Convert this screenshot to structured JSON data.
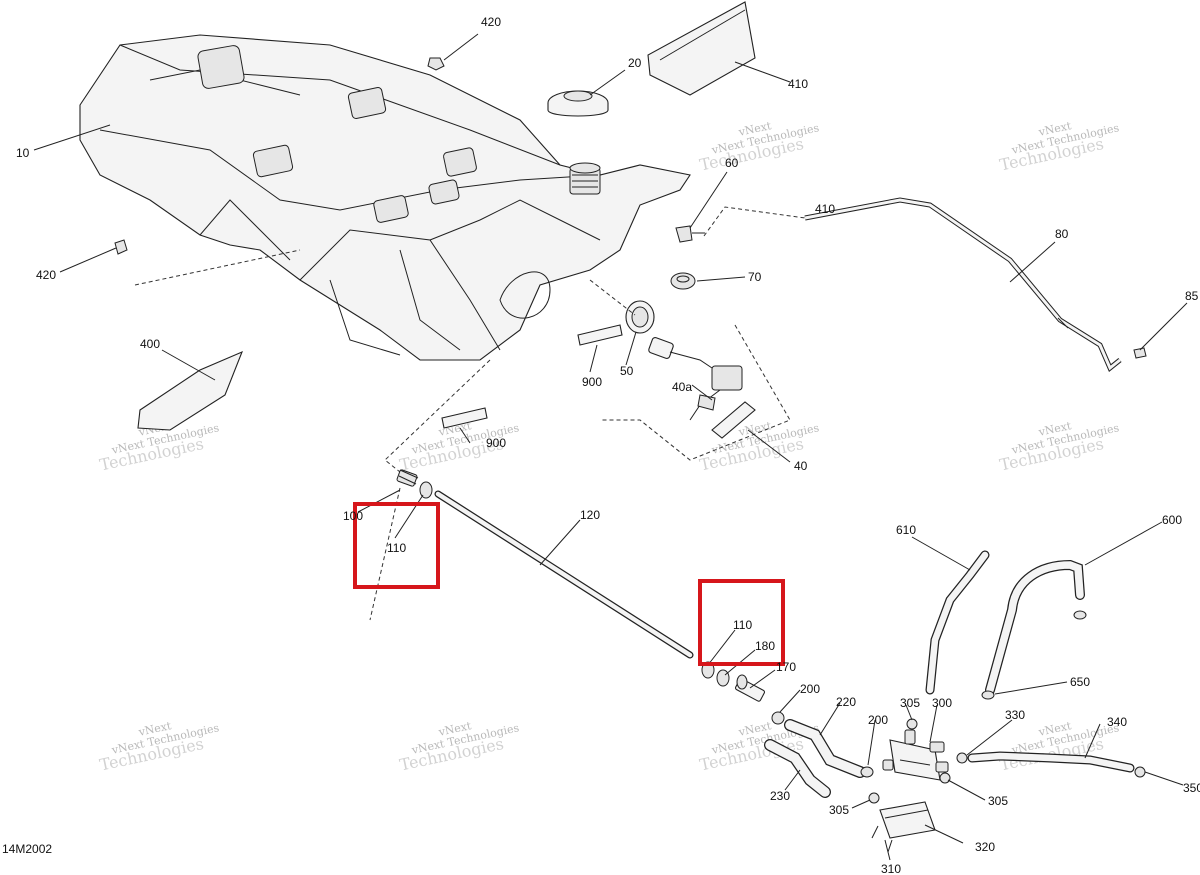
{
  "diagram": {
    "drawing_code": "14M2002",
    "watermark_line1": "vNext",
    "watermark_line2": "Technologies",
    "watermark_line3": "vNext Technologies",
    "highlight_color": "#d6161b",
    "callouts": {
      "c420a": "420",
      "c420b": "420",
      "c20": "20",
      "c410a": "410",
      "c410b": "410",
      "c10": "10",
      "c60": "60",
      "c70": "70",
      "c80": "80",
      "c85": "85",
      "c400": "400",
      "c900a": "900",
      "c900b": "900",
      "c50": "50",
      "c40a": "40a",
      "c40": "40",
      "c100": "100",
      "c110a": "110",
      "c110b": "110",
      "c120": "120",
      "c180": "180",
      "c170": "170",
      "c200a": "200",
      "c200b": "200",
      "c220": "220",
      "c230": "230",
      "c610": "610",
      "c600": "600",
      "c650": "650",
      "c305a": "305",
      "c305b": "305",
      "c305c": "305",
      "c300": "300",
      "c330": "330",
      "c340": "340",
      "c350": "350",
      "c310": "310",
      "c320": "320"
    }
  }
}
